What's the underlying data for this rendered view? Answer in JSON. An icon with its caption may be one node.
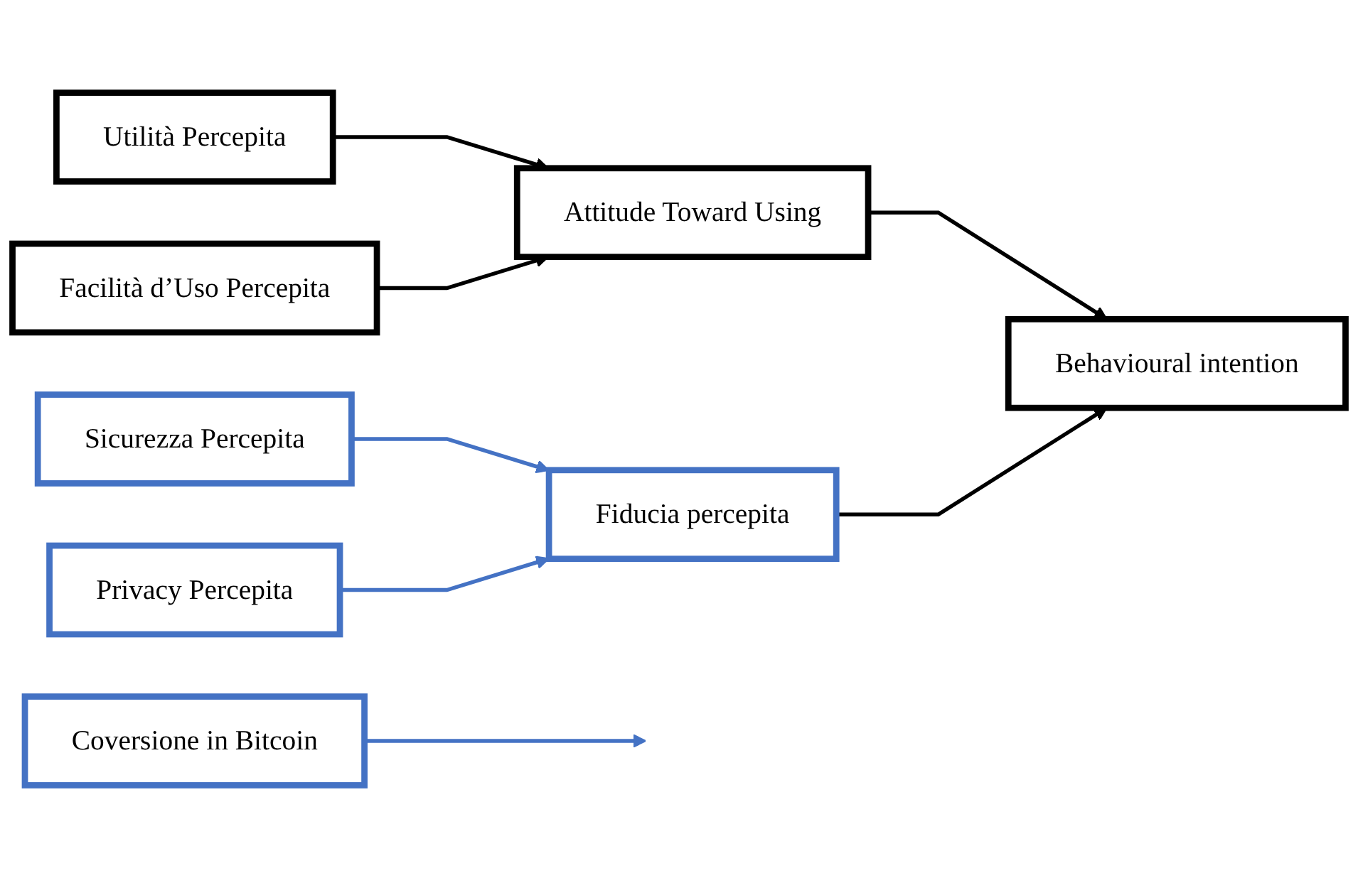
{
  "diagram": {
    "nodes": [
      {
        "text": [
          "Utilità Percepita"
        ]
      },
      {
        "text": [
          "Facilità d’Uso Percepita"
        ]
      },
      {
        "text": [
          "Attitude Toward Using"
        ]
      },
      {
        "text": [
          "Coversione in Bitcoin"
        ]
      },
      {
        "text": [
          "Behavioural intention"
        ]
      },
      {
        "text": [
          "Sicurezza Percepita"
        ]
      },
      {
        "text": [
          "Privacy Percepita"
        ]
      },
      {
        "text": [
          "Fiducia percepita"
        ]
      }
    ],
    "edges": [
      {
        "from": 0,
        "to": 2,
        "arrow": "to"
      },
      {
        "from": 1,
        "to": 2,
        "arrow": "to"
      },
      {
        "from": 2,
        "to": 4,
        "arrow": "to"
      },
      {
        "from": 3,
        "to": null,
        "arrow": "to",
        "color": "#4472c4"
      },
      {
        "from": 5,
        "to": 7,
        "arrow": "to",
        "color": "#4472c4"
      },
      {
        "from": 6,
        "to": 7,
        "arrow": "to",
        "color": "#4472c4"
      },
      {
        "from": 7,
        "to": 4,
        "arrow": "to"
      }
    ]
  }
}
